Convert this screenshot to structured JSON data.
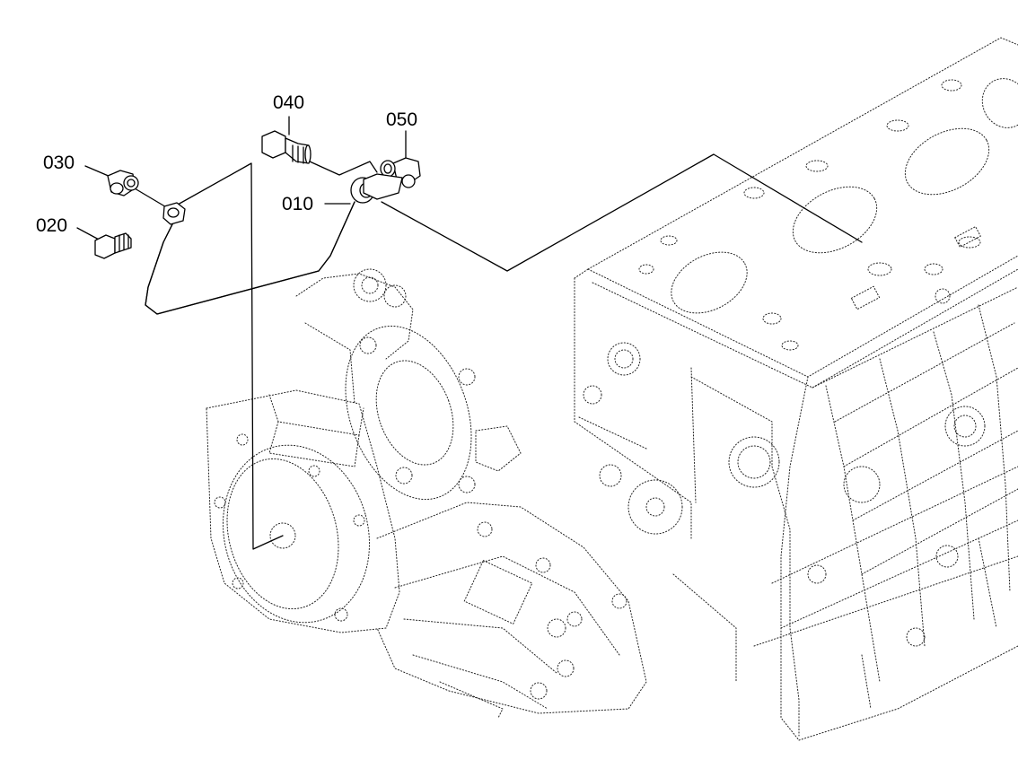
{
  "callouts": [
    {
      "id": "010",
      "label": "010"
    },
    {
      "id": "020",
      "label": "020"
    },
    {
      "id": "030",
      "label": "030"
    },
    {
      "id": "040",
      "label": "040"
    },
    {
      "id": "050",
      "label": "050"
    }
  ],
  "colors": {
    "ink": "#000000",
    "background": "#ffffff"
  }
}
